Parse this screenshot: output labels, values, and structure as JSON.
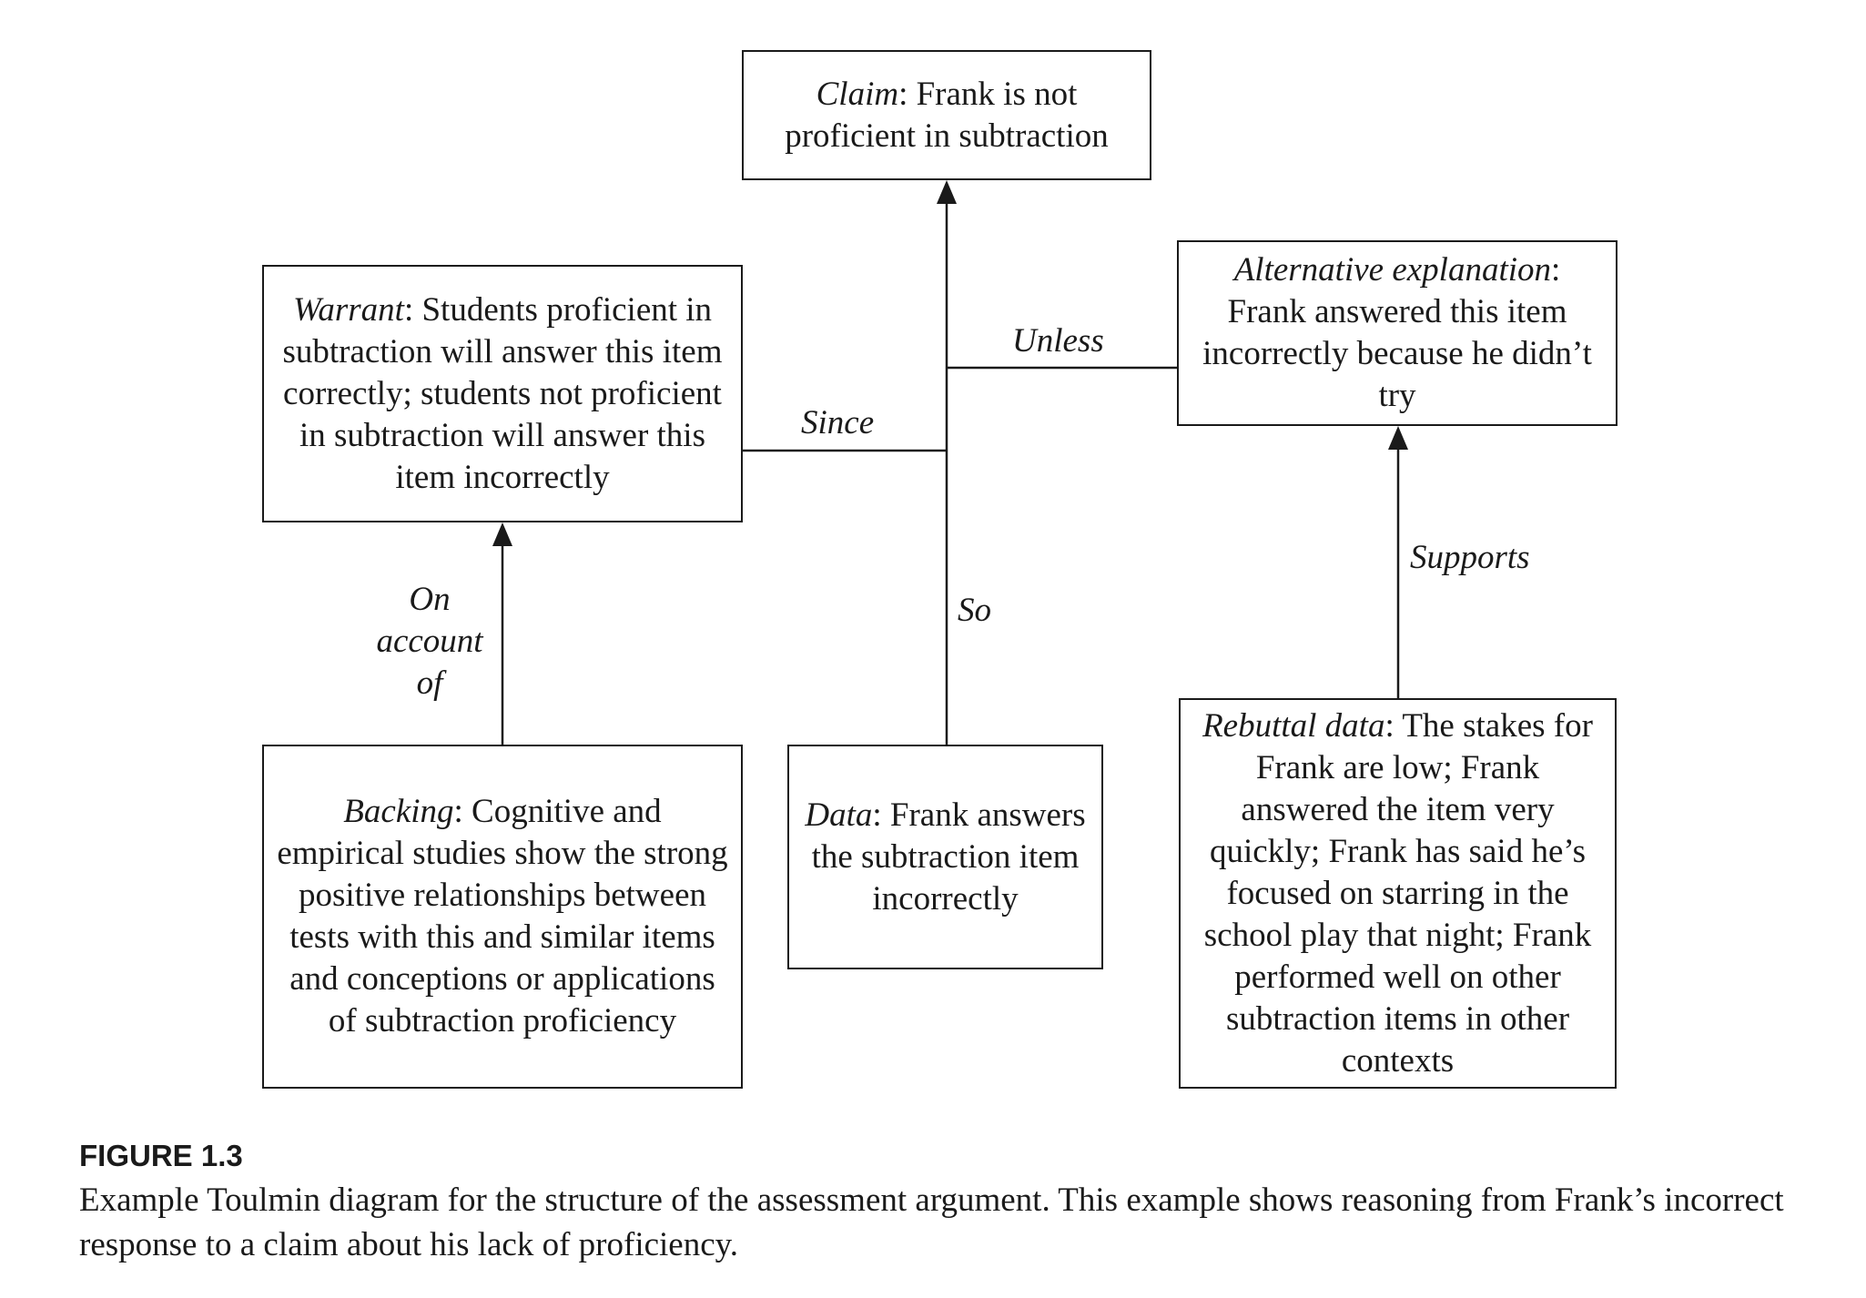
{
  "diagram": {
    "claim": {
      "term": "Claim",
      "text": ": Frank is not proficient in subtraction"
    },
    "warrant": {
      "term": "Warrant",
      "text": ": Students proficient in subtraction will answer this item correctly; students not proficient in subtraction will answer this item incorrectly"
    },
    "alternative_explanation": {
      "term": "Alternative explanation",
      "text": ": Frank answered this item incorrectly because he didn’t try"
    },
    "backing": {
      "term": "Backing",
      "text": ": Cognitive and empirical studies show the strong positive relationships between tests with this and similar items and conceptions or applications of subtraction proficiency"
    },
    "data": {
      "term": "Data",
      "text": ": Frank answers the subtraction item incorrectly"
    },
    "rebuttal_data": {
      "term": "Rebuttal data",
      "text": ": The stakes for Frank are low; Frank answered the item very quickly; Frank has said he’s focused on starring in the school play that night; Frank performed well on other subtraction items in other contexts"
    },
    "connectors": {
      "since": "Since",
      "unless": "Unless",
      "so": "So",
      "on_account_of": "On account of",
      "supports": "Supports"
    }
  },
  "caption": {
    "figure_number": "FIGURE 1.3",
    "text": "Example Toulmin diagram for the structure of the assessment argument. This example shows reasoning from Frank’s incorrect response to a claim about his lack of proficiency."
  }
}
